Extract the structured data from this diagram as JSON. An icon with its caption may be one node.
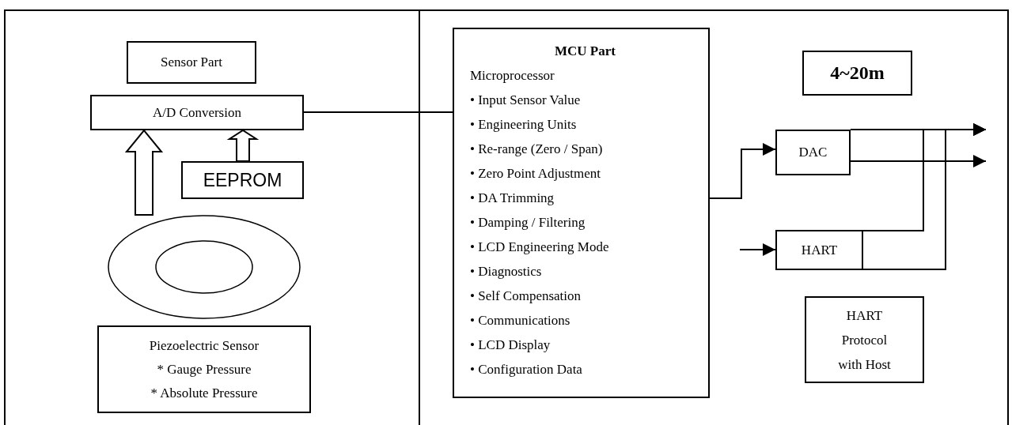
{
  "diagram": {
    "nodes": [
      {
        "text": [],
        "shape": "box"
      },
      {
        "text": [
          "Sensor Part"
        ],
        "in": 0
      },
      {
        "text": [
          "A/D Conversion"
        ],
        "in": 0
      },
      {
        "text": [
          "EEPROM"
        ],
        "in": 0
      },
      {
        "text": [],
        "shape": "ellipse",
        "in": 0
      },
      {
        "text": [
          "Piezoelectric Sensor",
          "* Gauge Pressure",
          "* Absolute Pressure"
        ],
        "in": 0
      },
      {
        "text": [],
        "shape": "box"
      },
      {
        "text": [
          "MCU Part",
          "Microprocessor",
          "• Input Sensor Value",
          "• Engineering Units",
          "• Re-range (Zero / Span)",
          "• Zero Point Adjustment",
          "• DA Trimming",
          "• Damping / Filtering",
          "• LCD Engineering Mode",
          "• Diagnostics",
          "• Self Compensation",
          "• Communications",
          "• LCD Display",
          "• Configuration Data"
        ],
        "in": 6
      },
      {
        "text": [
          "4~20m"
        ],
        "in": 6
      },
      {
        "text": [
          "DAC"
        ],
        "in": 6
      },
      {
        "text": [
          "HART"
        ],
        "in": 6
      },
      {
        "text": [
          "HART",
          "Protocol",
          "with Host"
        ],
        "in": 6
      }
    ],
    "edges": [
      {
        "from": 4,
        "to": 2,
        "arrow": "to",
        "style": "thick"
      },
      {
        "from": 3,
        "to": 2,
        "arrow": "to",
        "style": "thick"
      },
      {
        "from": 2,
        "to": 7,
        "arrow": "none"
      },
      {
        "from": 7,
        "to": 9,
        "arrow": "to"
      },
      {
        "from": null,
        "to": 10,
        "arrow": "to"
      },
      {
        "from": 9,
        "to": null,
        "arrow": "to"
      },
      {
        "from": 9,
        "to": null,
        "arrow": "to"
      },
      {
        "from": 10,
        "to": null,
        "arrow": "to"
      },
      {
        "from": 10,
        "to": null,
        "arrow": "to"
      }
    ]
  }
}
